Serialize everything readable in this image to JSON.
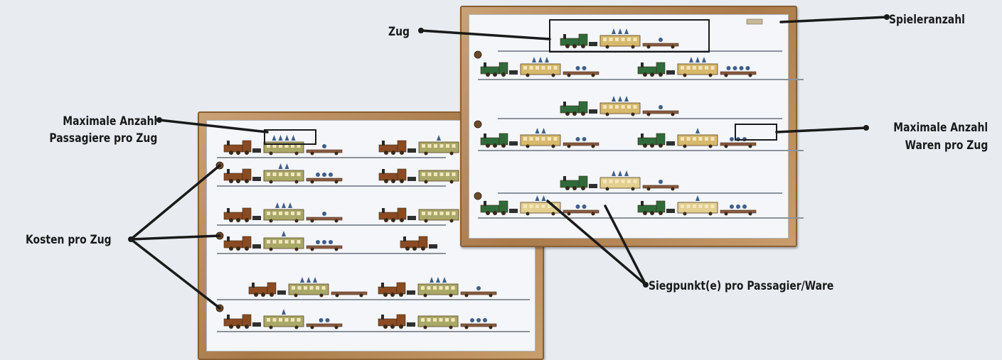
{
  "labels": {
    "zug": "Zug",
    "spieleranzahl": "Spieleranzahl",
    "max_passengers_line1": "Maximale Anzahl",
    "max_passengers_line2": "Passagiere pro Zug",
    "max_goods_line1": "Maximale Anzahl",
    "max_goods_line2": "Waren pro Zug",
    "cost": "Kosten pro Zug",
    "victory_points": "Siegpunkt(e) pro Passagier/Ware"
  },
  "colors": {
    "line": "#1a1a1a",
    "callout_box": "#1a1a1a",
    "board_frame": "#b48a5a",
    "loco_green": "#2f6b3a",
    "loco_brown": "#8a4b22",
    "car_yellow": "#d7b96c",
    "car_olive": "#a9a867",
    "flatcar": "#8a5a3e",
    "figure_blue": "#3e5f8a",
    "cost_token": "#6b4a2a"
  }
}
